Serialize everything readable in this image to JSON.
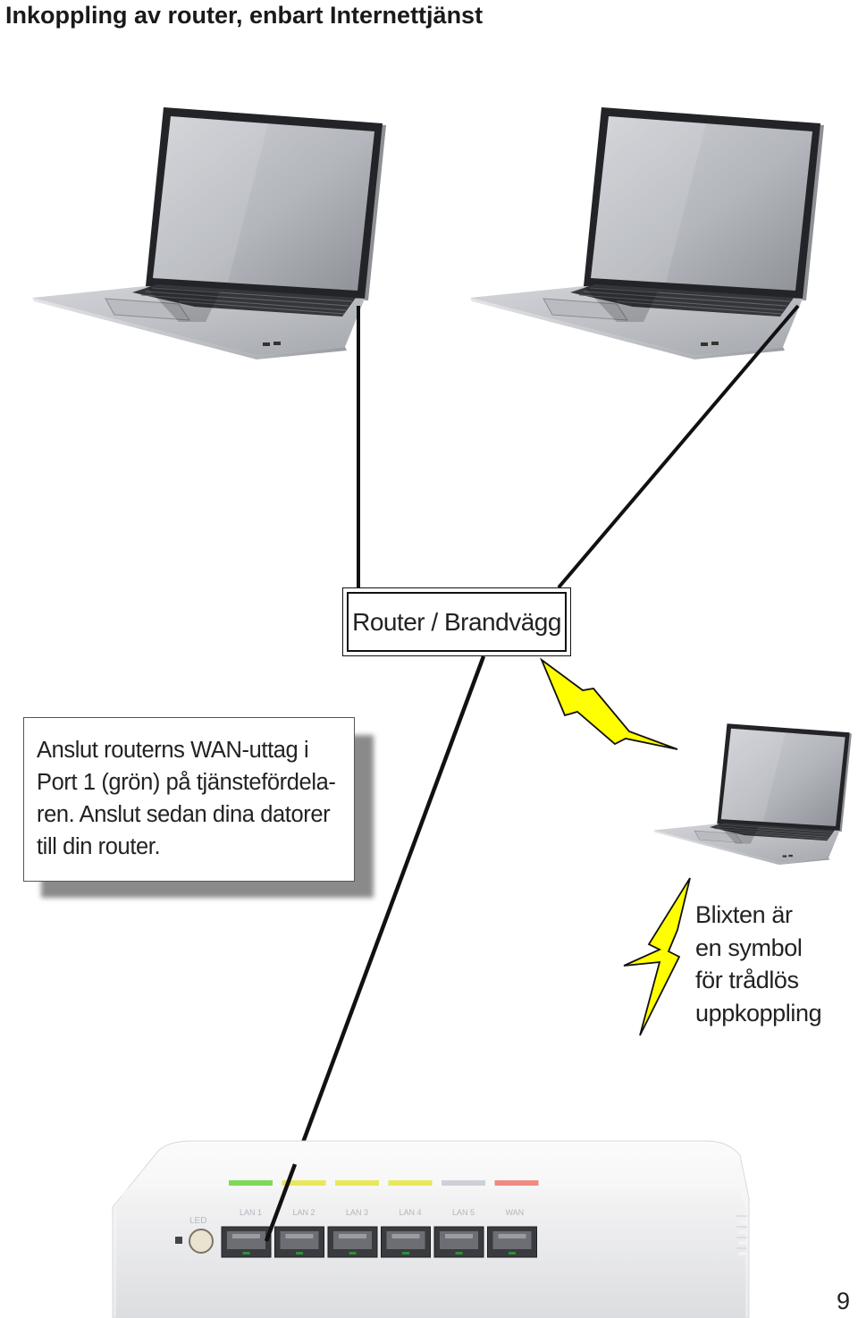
{
  "title": "Inkoppling av router, enbart Internettjänst",
  "router_label": "Router / Brandvägg",
  "note": {
    "line1": "Anslut routerns WAN-uttag i",
    "line2": "Port 1 (grön) på tjänstefördela-",
    "line3": "ren. Anslut sedan dina datorer",
    "line4": "till din router."
  },
  "legend": {
    "line1": "Blixten är",
    "line2": "en symbol",
    "line3": "för trådlös",
    "line4": "uppkoppling"
  },
  "page_number": "9",
  "router_device": {
    "led_label": "LED",
    "ports": [
      "LAN 1",
      "LAN 2",
      "LAN 3",
      "LAN 4",
      "LAN 5",
      "WAN"
    ],
    "port_indicator_colors": [
      "#7ed957",
      "#e8e85a",
      "#e8e85a",
      "#e8e85a",
      "#cfcfd6",
      "#f08a80"
    ]
  },
  "colors": {
    "lightning_fill": "#ffff00",
    "cable": "#111111"
  }
}
